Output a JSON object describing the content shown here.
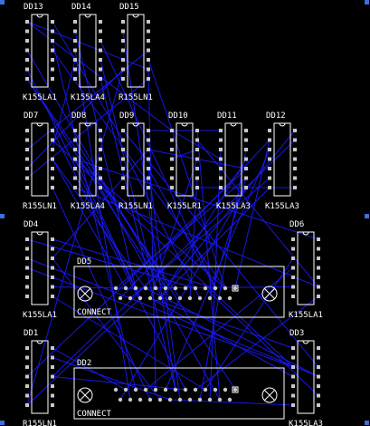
{
  "pcb": {
    "colors": {
      "background": "#000000",
      "silkscreen": "#ffffff",
      "pad": "#c8c8c8",
      "trace": "#1a1aff"
    },
    "chips": [
      {
        "ref": "DD13",
        "part": "K155LA1"
      },
      {
        "ref": "DD14",
        "part": "K155LA4"
      },
      {
        "ref": "DD15",
        "part": "R155LN1"
      },
      {
        "ref": "DD7",
        "part": "R155LN1"
      },
      {
        "ref": "DD8",
        "part": "K155LA4"
      },
      {
        "ref": "DD9",
        "part": "R155LN1"
      },
      {
        "ref": "DD10",
        "part": "K155LR1"
      },
      {
        "ref": "DD11",
        "part": "K155LA3"
      },
      {
        "ref": "DD12",
        "part": "K155LA3"
      },
      {
        "ref": "DD4",
        "part": "K155LA1"
      },
      {
        "ref": "DD6",
        "part": "K155LA1"
      },
      {
        "ref": "DD1",
        "part": "R155LN1"
      },
      {
        "ref": "DD3",
        "part": "K155LA3"
      }
    ],
    "connectors": [
      {
        "ref": "DD5",
        "label": "CONNECT"
      },
      {
        "ref": "DD2",
        "label": "CONNECT"
      }
    ]
  }
}
